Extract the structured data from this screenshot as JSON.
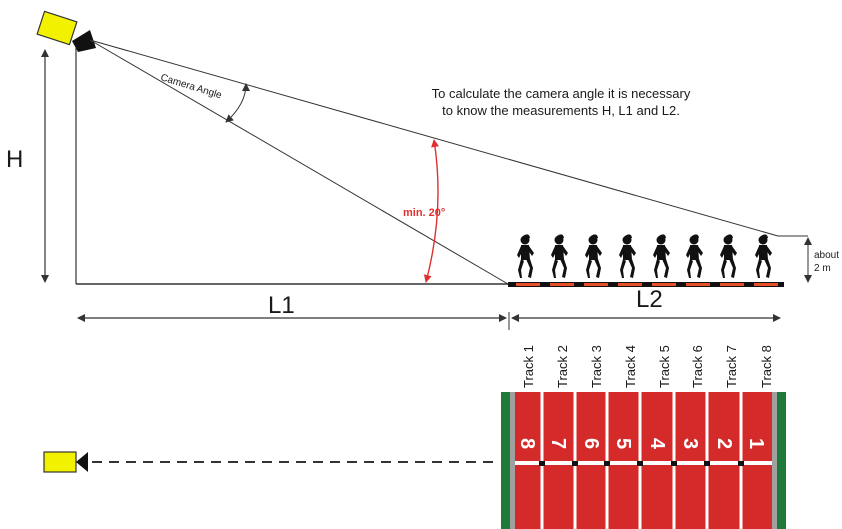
{
  "labels": {
    "h": "H",
    "l1": "L1",
    "l2": "L2",
    "camera_angle": "Camera Angle",
    "min_angle": "min. 20°",
    "about": "about",
    "two_m": "2 m",
    "note_line1": "To calculate the camera angle it is necessary",
    "note_line2": "to know the measurements H, L1 and L2."
  },
  "tracks": [
    "Track 1",
    "Track 2",
    "Track 3",
    "Track 4",
    "Track 5",
    "Track 6",
    "Track 7",
    "Track 8"
  ],
  "lane_numbers": [
    "8",
    "7",
    "6",
    "5",
    "4",
    "3",
    "2",
    "1"
  ],
  "colors": {
    "camera_body": "#f2f200",
    "lens": "#111111",
    "track_red": "#d42a2a",
    "grass_green": "#1f7a3a",
    "kerb_grey": "#a0a0a0",
    "angle_red": "#e03030",
    "line": "#333333"
  }
}
